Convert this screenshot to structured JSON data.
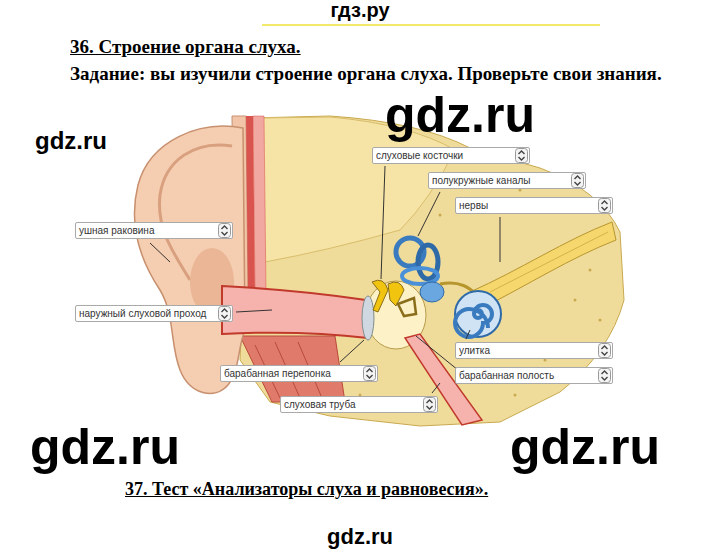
{
  "diagram": {
    "title": "36. Строение органа слуха.",
    "nodes": [
      {
        "text": [
          "слуховые косточки"
        ]
      },
      {
        "text": [
          "полукружные каналы"
        ]
      },
      {
        "text": [
          "нервы"
        ]
      },
      {
        "text": [
          "ушная раковина"
        ]
      },
      {
        "text": [
          "наружный слуховой проход"
        ]
      },
      {
        "text": [
          "улитка"
        ]
      },
      {
        "text": [
          "барабанная перепонка"
        ]
      },
      {
        "text": [
          "барабанная полость"
        ]
      },
      {
        "text": [
          "слуховая труба"
        ]
      }
    ],
    "labels": [
      "гдз.ру",
      "Задание: вы изучили строение органа слуха. Проверьте свои знания.",
      "gdz.ru",
      "gdz.ru",
      "gdz.ru",
      "gdz.ru",
      "37. Тест «Анализаторы слуха и равновесия».",
      "gdz.ru"
    ]
  }
}
